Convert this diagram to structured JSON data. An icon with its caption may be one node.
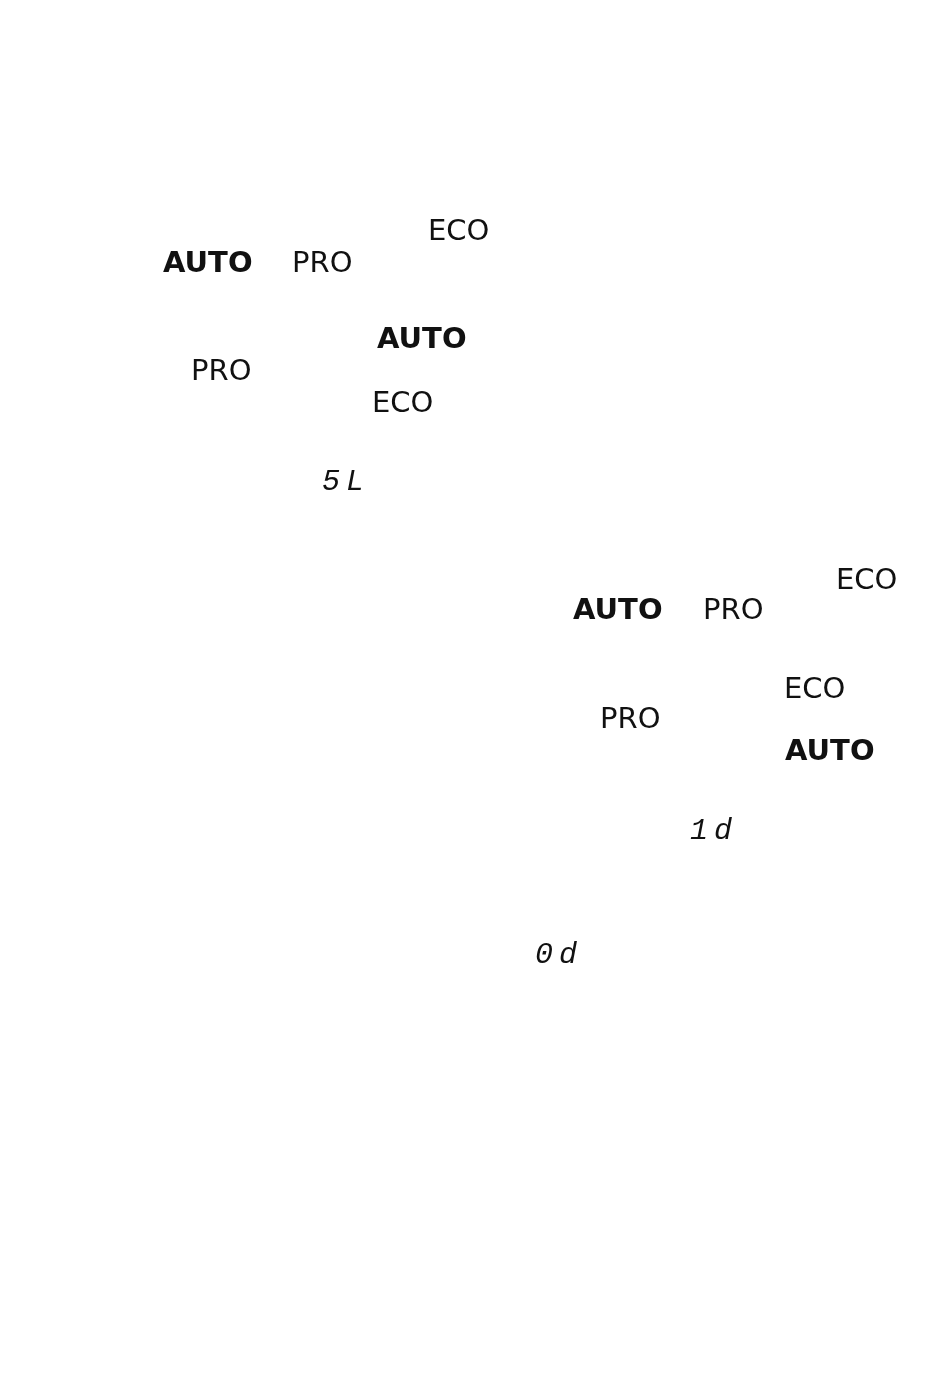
{
  "diagram": {
    "labels": [
      "ECO",
      "AUTO",
      "PRO",
      "AUTO",
      "PRO",
      "ECO",
      "5L",
      "ECO",
      "AUTO",
      "PRO",
      "ECO",
      "PRO",
      "AUTO",
      "1d",
      "0d"
    ]
  }
}
